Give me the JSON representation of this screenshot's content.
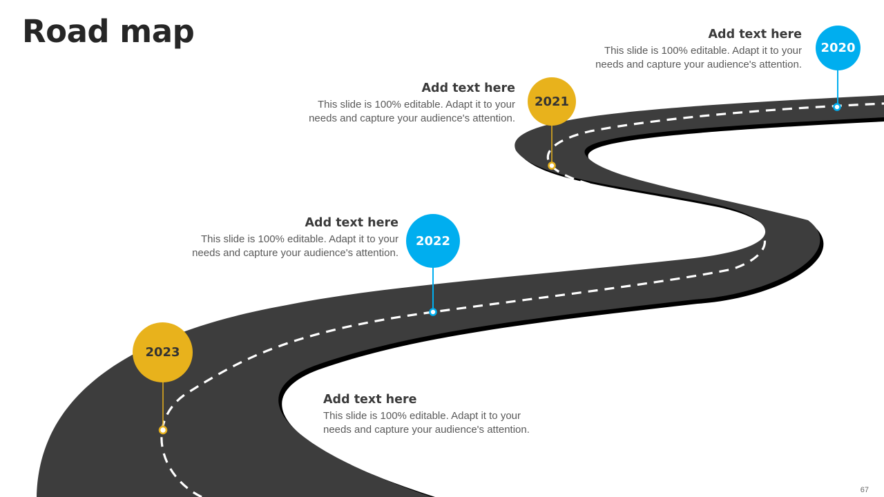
{
  "slide": {
    "title": "Road map",
    "page_number": "67"
  },
  "colors": {
    "road": "#3d3d3d",
    "road_shadow": "#000000",
    "lane_marking": "#ffffff",
    "blue": "#00aeef",
    "gold": "#e8b21c",
    "title": "#262626"
  },
  "milestones": [
    {
      "year": "2020",
      "color": "blue",
      "heading": "Add text here",
      "body_line1": "This slide is 100% editable. Adapt it to your",
      "body_line2": "needs and capture your audience's attention."
    },
    {
      "year": "2021",
      "color": "gold",
      "heading": "Add text here",
      "body_line1": "This slide is 100% editable. Adapt it to your",
      "body_line2": "needs and capture your audience's attention."
    },
    {
      "year": "2022",
      "color": "blue",
      "heading": "Add text here",
      "body_line1": "This slide is 100% editable. Adapt it to your",
      "body_line2": "needs and capture your audience's attention."
    },
    {
      "year": "2023",
      "color": "gold",
      "heading": "Add text here",
      "body_line1": "This slide is 100% editable. Adapt it to your",
      "body_line2": "needs and capture your audience's attention."
    }
  ]
}
